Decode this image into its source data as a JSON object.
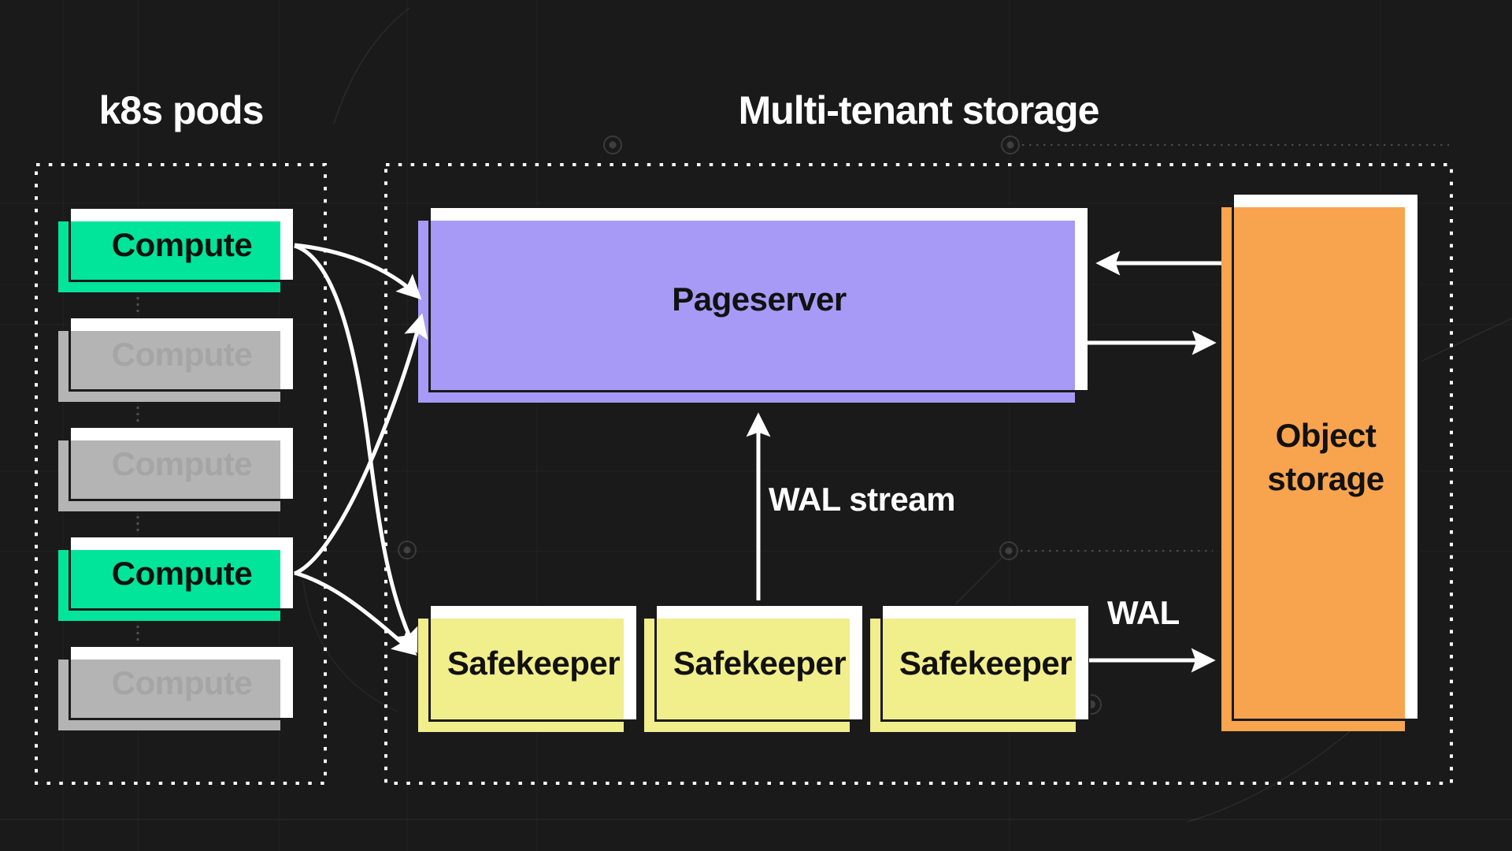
{
  "titles": {
    "left": "k8s pods",
    "right": "Multi-tenant storage"
  },
  "compute_boxes": [
    {
      "label": "Compute",
      "state": "active"
    },
    {
      "label": "Compute",
      "state": "inactive"
    },
    {
      "label": "Compute",
      "state": "inactive"
    },
    {
      "label": "Compute",
      "state": "active"
    },
    {
      "label": "Compute",
      "state": "inactive"
    }
  ],
  "storage": {
    "pageserver_label": "Pageserver",
    "safekeepers": [
      {
        "label": "Safekeeper"
      },
      {
        "label": "Safekeeper"
      },
      {
        "label": "Safekeeper"
      }
    ],
    "object_storage_label": "Object storage"
  },
  "annotations": {
    "wal_stream": "WAL stream",
    "wal": "WAL"
  },
  "colors": {
    "bg": "#1a1a1a",
    "green": "#00e599",
    "gray_accent": "#b4b4b4",
    "dim_text": "#a5a5a5",
    "purple": "#a69af6",
    "yellow": "#f1ee8c",
    "orange": "#f8a44f",
    "box_fill": "#ffffff",
    "arrow": "#ffffff",
    "title_text": "#ffffff",
    "label_text": "#111111"
  }
}
